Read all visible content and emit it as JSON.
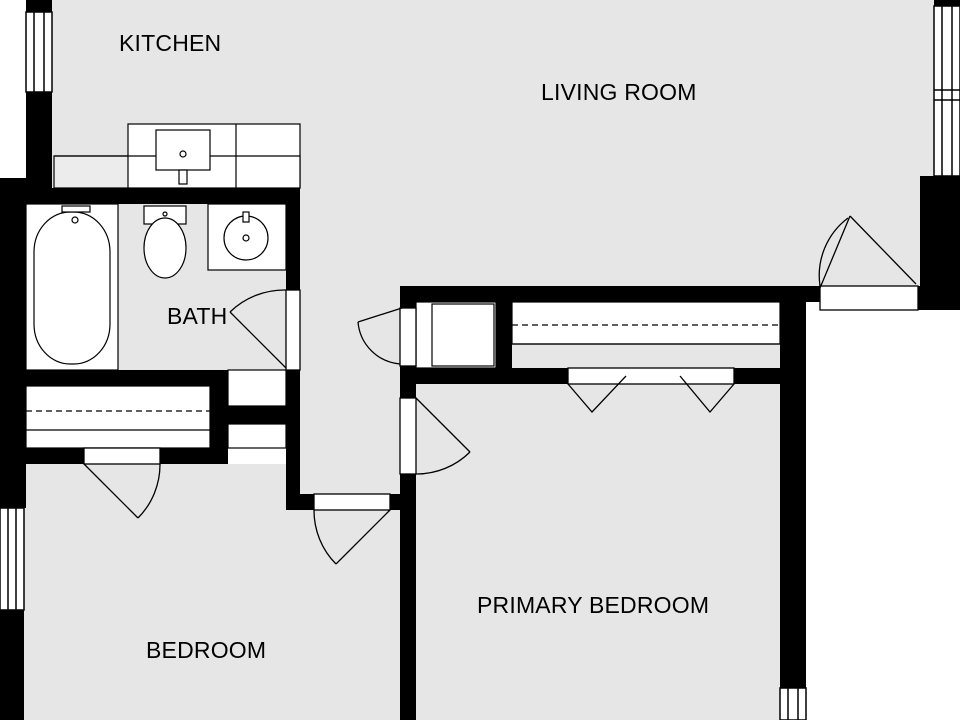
{
  "rooms": {
    "kitchen": "KITCHEN",
    "living_room": "LIVING ROOM",
    "bath": "BATH",
    "bedroom": "BEDROOM",
    "primary_bedroom": "PRIMARY BEDROOM"
  },
  "colors": {
    "wall": "#000000",
    "floor": "#e6e6e6",
    "fixture_fill": "#ffffff",
    "line": "#000000",
    "background": "#ffffff"
  }
}
